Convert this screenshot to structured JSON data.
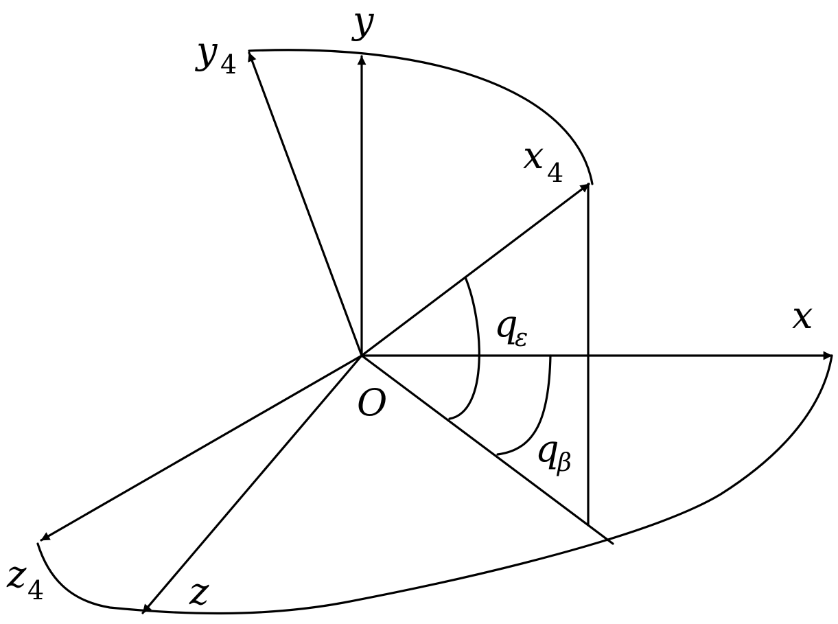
{
  "labels": {
    "origin": "O",
    "x": "x",
    "y": "y",
    "z": "z",
    "x4": "x",
    "x4_sub": "4",
    "y4": "y",
    "y4_sub": "4",
    "z4": "z",
    "z4_sub": "4",
    "q_epsilon": "q",
    "q_epsilon_sub": "ε",
    "q_beta": "q",
    "q_beta_sub": "β"
  }
}
